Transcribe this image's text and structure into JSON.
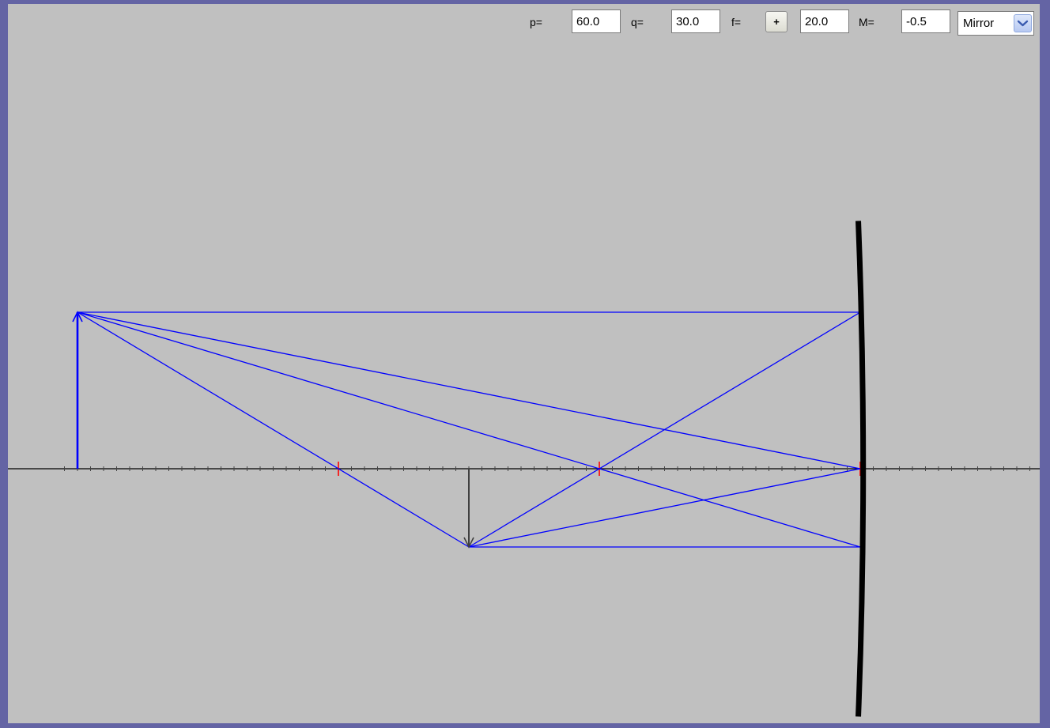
{
  "toolbar": {
    "p_label": "p=",
    "p_value": "60.0",
    "q_label": "q=",
    "q_value": "30.0",
    "f_label": "f=",
    "f_sign_button": "+",
    "f_value": "20.0",
    "m_label": "M=",
    "m_value": "-0.5",
    "element_type": {
      "selected": "Mirror",
      "icon": "chevron-down-icon"
    }
  },
  "scene": {
    "type": "concave-mirror-ray-diagram",
    "object_distance_p": 60.0,
    "image_distance_q": 30.0,
    "focal_length_f": 20.0,
    "magnification_m": -0.5,
    "object_height": 12,
    "ruler_unit": 1,
    "ruler_visible_min": -61,
    "ruler_visible_max": 13,
    "marked_points": [
      "focal-point",
      "center-of-curvature",
      "vertex"
    ],
    "colors": {
      "background": "#c0c0c0",
      "frame": "#6464a4",
      "rays": "#0000ff",
      "object_arrow": "#0000ff",
      "image_arrow": "#404040",
      "mirror": "#000000",
      "axis": "#000000",
      "marks": "#ff0000"
    }
  }
}
